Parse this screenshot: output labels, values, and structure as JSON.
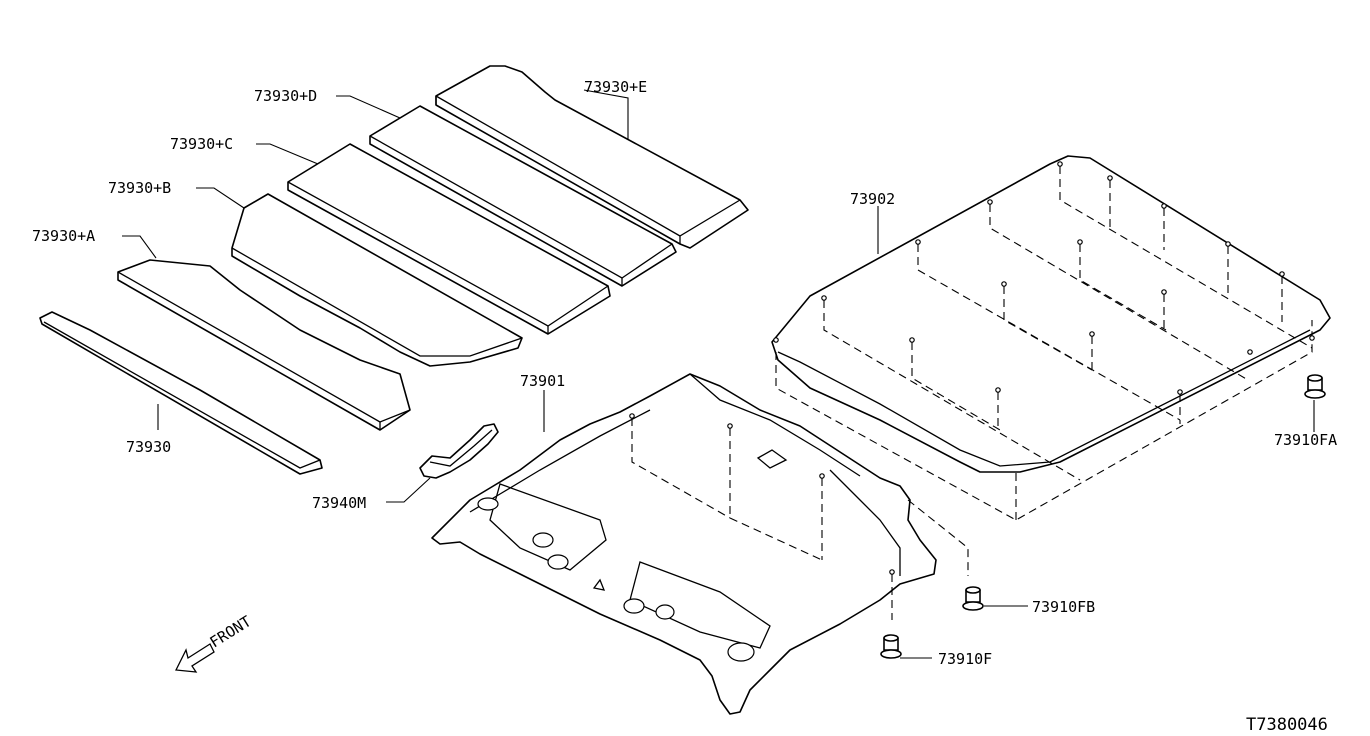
{
  "labels": {
    "p73930E": "73930+E",
    "p73930D": "73930+D",
    "p73930C": "73930+C",
    "p73930B": "73930+B",
    "p73930A": "73930+A",
    "p73930": "73930",
    "p73902": "73902",
    "p73901": "73901",
    "p73940M": "73940M",
    "p73910FA": "73910FA",
    "p73910FB": "73910FB",
    "p73910F": "73910F"
  },
  "front_label": "FRONT",
  "figure_id": "T7380046"
}
